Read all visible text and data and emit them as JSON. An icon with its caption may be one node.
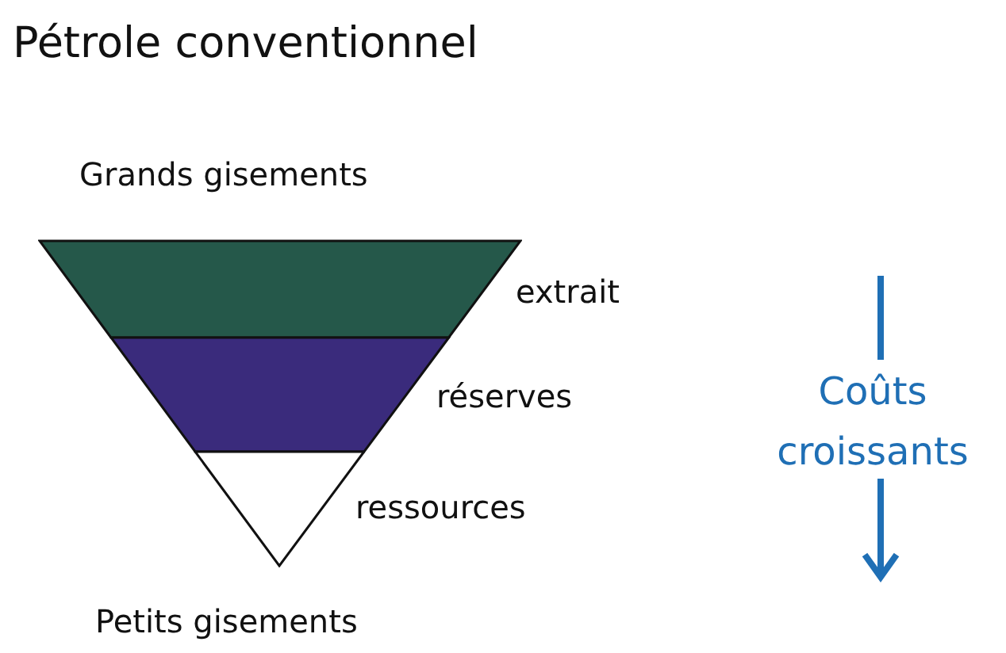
{
  "diagram": {
    "title": "Pétrole conventionnel",
    "nodes": [
      {
        "text": [],
        "shape": "trapezoid",
        "beside": [
          "extrait"
        ]
      },
      {
        "text": [],
        "shape": "trapezoid",
        "beside": [
          "réserves"
        ]
      },
      {
        "text": [],
        "shape": "triangle",
        "beside": [
          "ressources"
        ]
      }
    ],
    "labels": [
      "Grands gisements",
      "Petits gisements",
      "Coûts croissants"
    ]
  }
}
